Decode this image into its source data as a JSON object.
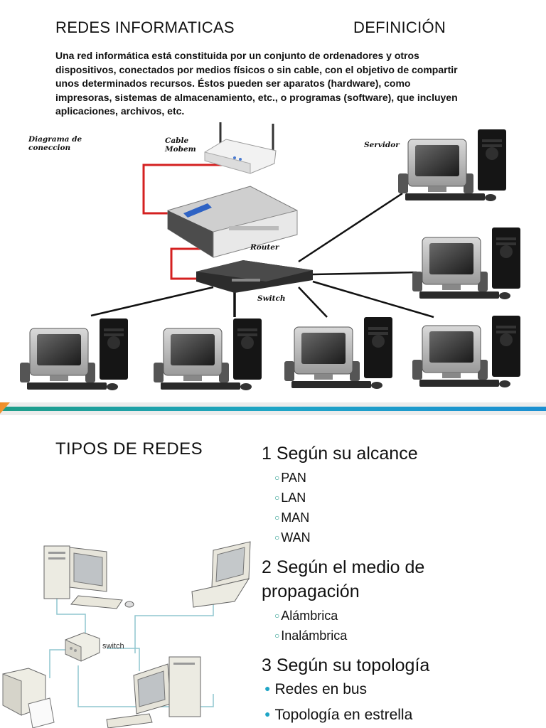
{
  "slide1": {
    "title_left": "REDES INFORMATICAS",
    "title_right": "DEFINICIÓN",
    "paragraph_lines": [
      "Una red informática está constituida por un conjunto de ordenadores y otros",
      "dispositivos, conectados por medios físicos o sin cable, con el objetivo de compartir",
      "unos determinados recursos.  Éstos pueden ser aparatos (hardware), como",
      "impresoras, sistemas de almacenamiento, etc.,  o programas (software), que incluyen",
      "aplicaciones, archivos, etc."
    ],
    "diagram_labels": {
      "diagrama_l1": "Diagrama de",
      "diagrama_l2": "coneccion",
      "cable_l1": "Cable",
      "cable_l2": "Mobem",
      "servidor": "Servidor",
      "router": "Router",
      "switch": "Switch"
    },
    "colors": {
      "cable_red": "#d42020",
      "cable_black": "#111111"
    }
  },
  "slide2": {
    "title": "TIPOS DE REDES",
    "sections": {
      "s1": {
        "heading": "1 Según su alcance",
        "items": [
          "PAN",
          "LAN",
          "MAN",
          "WAN"
        ]
      },
      "s2": {
        "heading_l1": "2 Según el medio de",
        "heading_l2": "propagación",
        "items": [
          "Alámbrica",
          "Inalámbrica"
        ]
      },
      "s3": {
        "heading": "3 Según su topología",
        "items": [
          "Redes en bus",
          "Topología en estrella"
        ]
      }
    },
    "illustration_label": "switch",
    "sub_bullet_icon": "ring-bullet-icon",
    "bullet_icon": "dot-bullet-icon",
    "colors": {
      "accent_teal": "#2a9d8f",
      "accent_blue": "#1fa5c6",
      "divider_orange": "#f08a24"
    }
  }
}
